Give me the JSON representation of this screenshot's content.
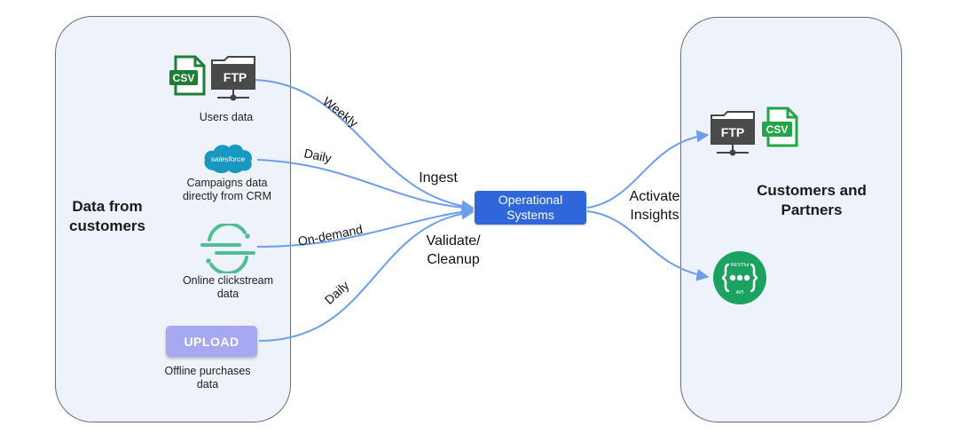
{
  "left_group": {
    "title": "Data from customers"
  },
  "right_group": {
    "title": "Customers and Partners"
  },
  "sources": {
    "users": {
      "label": "Users data",
      "icons": [
        "csv-file-icon",
        "ftp-folder-icon"
      ],
      "csv_text": "CSV",
      "ftp_text": "FTP"
    },
    "crm": {
      "label": "Campaigns data directly from CRM",
      "icon": "salesforce-icon",
      "logo_text": "salesforce"
    },
    "clickstream": {
      "label": "Online clickstream data",
      "icon": "segment-icon"
    },
    "offline": {
      "label": "Offline purchases data",
      "button_label": "UPLOAD"
    }
  },
  "edges": {
    "users": "Weekly",
    "crm": "Daily",
    "clickstream": "On-demand",
    "offline": "Daily"
  },
  "process_labels": {
    "ingest": "Ingest",
    "validate": "Validate/ Cleanup",
    "activate": "Activate Insights"
  },
  "center_node": {
    "label": "Operational Systems"
  },
  "destinations": {
    "file": {
      "icons": [
        "ftp-folder-icon",
        "csv-file-icon"
      ],
      "ftp_text": "FTP",
      "csv_text": "CSV"
    },
    "api": {
      "icon": "restful-api-icon",
      "top_text": "RESTful",
      "bottom_text": "API"
    }
  },
  "colors": {
    "arrow": "#6d9eeb",
    "center_node": "#2f66d9",
    "panel_fill": "#eef3fb",
    "csv_green": "#1e7e34",
    "api_green": "#1aa260",
    "upload": "#a6a8f2",
    "salesforce": "#1798c1"
  }
}
